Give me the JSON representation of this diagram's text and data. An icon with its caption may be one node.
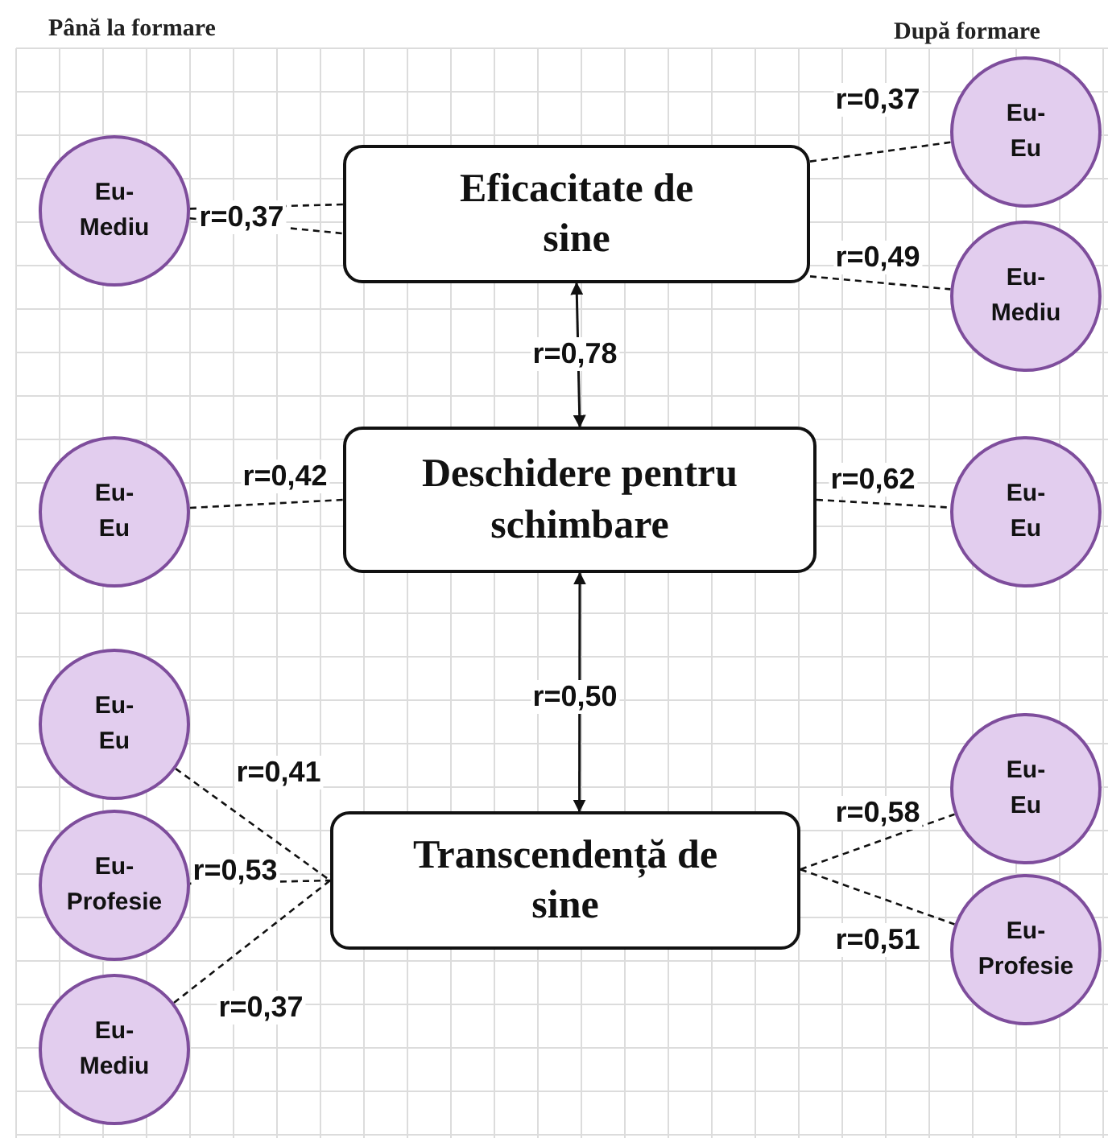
{
  "diagram": {
    "nodes": [
      {
        "text": [
          "Eu- Mediu"
        ]
      },
      {
        "text": [
          "Eficacitate de sine"
        ]
      },
      {
        "text": [
          "Eu- Eu"
        ]
      },
      {
        "text": [
          "Eu- Mediu"
        ]
      },
      {
        "text": [
          "Eu- Eu"
        ]
      },
      {
        "text": [
          "Deschidere pentru schimbare"
        ]
      },
      {
        "text": [
          "Eu- Eu"
        ]
      },
      {
        "text": [
          "Eu- Eu"
        ]
      },
      {
        "text": [
          "Eu- Profesie"
        ]
      },
      {
        "text": [
          "Eu- Mediu"
        ]
      },
      {
        "text": [
          "Transcendență de sine"
        ]
      },
      {
        "text": [
          "Eu- Eu"
        ]
      },
      {
        "text": [
          "Eu- Profesie"
        ]
      }
    ],
    "edges": [
      {
        "from": 0,
        "to": 1,
        "arrow": "none",
        "style": "dashed",
        "label": "r=0,37"
      },
      {
        "from": 0,
        "to": 1,
        "arrow": "none",
        "style": "dashed"
      },
      {
        "from": 1,
        "to": 2,
        "arrow": "none",
        "style": "dashed",
        "label": "r=0,37"
      },
      {
        "from": 1,
        "to": 3,
        "arrow": "none",
        "style": "dashed",
        "label": "r=0,49"
      },
      {
        "from": 1,
        "to": 5,
        "arrow": "both",
        "label": "r=0,78"
      },
      {
        "from": 4,
        "to": 5,
        "arrow": "none",
        "style": "dashed",
        "label": "r=0,42"
      },
      {
        "from": 5,
        "to": 6,
        "arrow": "none",
        "style": "dashed",
        "label": "r=0,62"
      },
      {
        "from": 5,
        "to": 10,
        "arrow": "both",
        "label": "r=0,50"
      },
      {
        "from": 7,
        "to": 10,
        "arrow": "none",
        "style": "dashed",
        "label": "r=0,41"
      },
      {
        "from": 8,
        "to": 10,
        "arrow": "none",
        "style": "dashed",
        "label": "r=0,53"
      },
      {
        "from": 9,
        "to": 10,
        "arrow": "none",
        "style": "dashed",
        "label": "r=0,37"
      },
      {
        "from": 10,
        "to": 11,
        "arrow": "none",
        "style": "dashed",
        "label": "r=0,58"
      },
      {
        "from": 10,
        "to": 12,
        "arrow": "none",
        "style": "dashed",
        "label": "r=0,51"
      }
    ],
    "labels": [
      "Până la formare",
      "După formare"
    ]
  }
}
